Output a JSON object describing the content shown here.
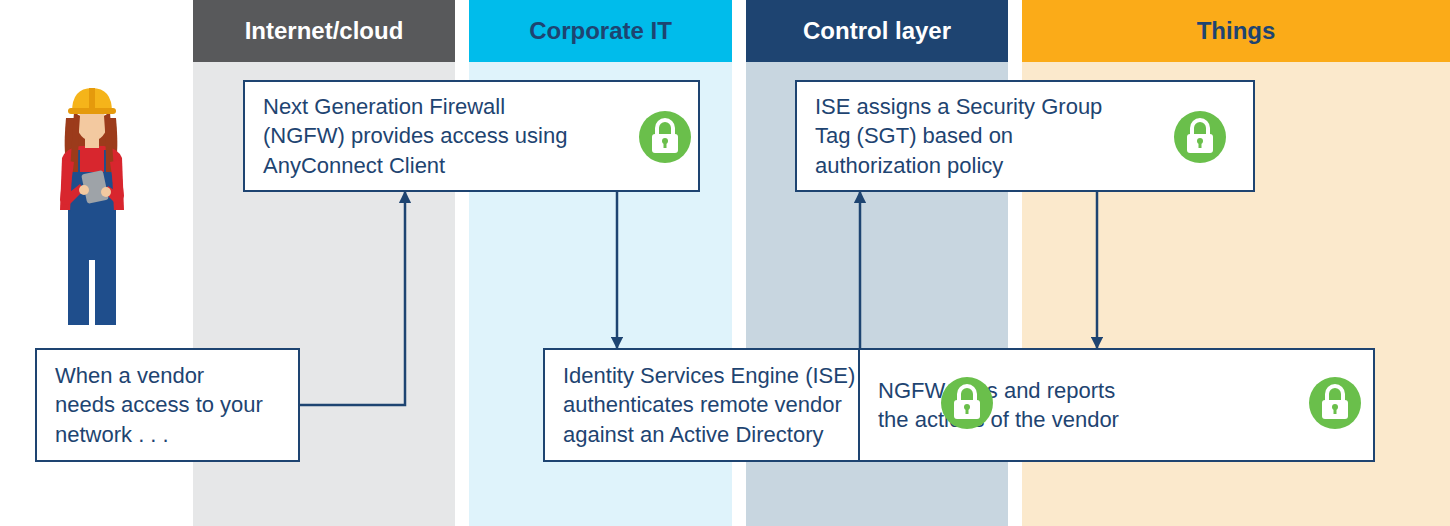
{
  "diagram": {
    "nodes": [
      {
        "text": [
          "Internet/cloud"
        ]
      },
      {
        "text": [
          "Corporate IT"
        ]
      },
      {
        "text": [
          "Control layer"
        ]
      },
      {
        "text": [
          "Things"
        ]
      },
      {
        "text": [
          "When a vendor needs access to your network . . ."
        ]
      },
      {
        "text": [
          "Next Generation Firewall (NGFW) provides access using AnyConnect Client"
        ]
      },
      {
        "text": [
          "Identity Services Engine (ISE) authenticates remote vendor against an Active Directory"
        ]
      },
      {
        "text": [
          "ISE assigns a Security Group Tag (SGT) based on authorization policy"
        ]
      },
      {
        "text": [
          "NGFW sees and reports the actions of the vendor"
        ]
      }
    ],
    "edges": [
      {
        "from": 4,
        "to": 5,
        "arrow": "to"
      },
      {
        "from": 5,
        "to": 6,
        "arrow": "to"
      },
      {
        "from": 6,
        "to": 7,
        "arrow": "to"
      },
      {
        "from": 7,
        "to": 8,
        "arrow": "to"
      }
    ]
  }
}
